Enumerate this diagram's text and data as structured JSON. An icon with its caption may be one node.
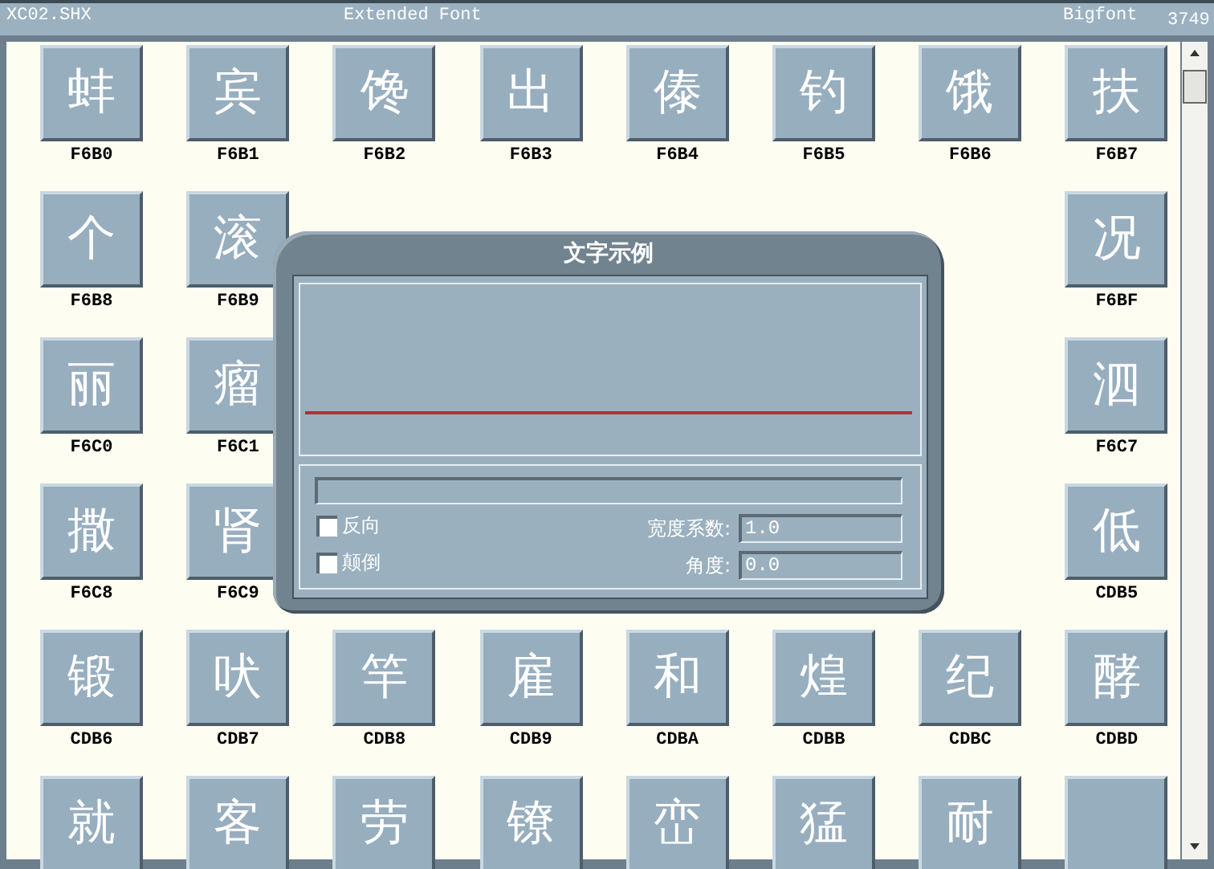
{
  "diagram": {
    "nodes": [
      {
        "text": [
          "蚌"
        ],
        "beside": [
          "F6B0"
        ]
      },
      {
        "text": [
          "宾"
        ],
        "beside": [
          "F6B1"
        ]
      },
      {
        "text": [
          "馋"
        ],
        "beside": [
          "F6B2"
        ]
      },
      {
        "text": [
          "出"
        ],
        "beside": [
          "F6B3"
        ]
      },
      {
        "text": [
          "傣"
        ],
        "beside": [
          "F6B4"
        ]
      },
      {
        "text": [
          "钓"
        ],
        "beside": [
          "F6B5"
        ]
      },
      {
        "text": [
          "饿"
        ],
        "beside": [
          "F6B6"
        ]
      },
      {
        "text": [
          "扶"
        ],
        "beside": [
          "F6B7"
        ]
      },
      {
        "text": [
          "个"
        ],
        "beside": [
          "F6B8"
        ]
      },
      {
        "text": [
          "滚"
        ],
        "beside": [
          "F6B9"
        ]
      },
      {
        "text": [
          "况"
        ],
        "beside": [
          "F6BF"
        ]
      },
      {
        "text": [
          "丽"
        ],
        "beside": [
          "F6C0"
        ]
      },
      {
        "text": [
          "瘤"
        ],
        "beside": [
          "F6C1"
        ]
      },
      {
        "text": [
          "泗"
        ],
        "beside": [
          "F6C7"
        ]
      },
      {
        "text": [
          "撒"
        ],
        "beside": [
          "F6C8"
        ]
      },
      {
        "text": [
          "肾"
        ],
        "beside": [
          "F6C9"
        ]
      },
      {
        "text": [
          "低"
        ],
        "beside": [
          "CDB5"
        ]
      },
      {
        "text": [
          "锻"
        ],
        "beside": [
          "CDB6"
        ]
      },
      {
        "text": [
          "吠"
        ],
        "beside": [
          "CDB7"
        ]
      },
      {
        "text": [
          "竿"
        ],
        "beside": [
          "CDB8"
        ]
      },
      {
        "text": [
          "雇"
        ],
        "beside": [
          "CDB9"
        ]
      },
      {
        "text": [
          "和"
        ],
        "beside": [
          "CDBA"
        ]
      },
      {
        "text": [
          "煌"
        ],
        "beside": [
          "CDBB"
        ]
      },
      {
        "text": [
          "纪"
        ],
        "beside": [
          "CDBC"
        ]
      },
      {
        "text": [
          "酵"
        ],
        "beside": [
          "CDBD"
        ]
      },
      {
        "text": [
          "就"
        ]
      },
      {
        "text": [
          "客"
        ]
      },
      {
        "text": [
          "劳"
        ]
      },
      {
        "text": [
          "镣"
        ]
      },
      {
        "text": [
          "峦"
        ]
      },
      {
        "text": [
          "猛"
        ]
      },
      {
        "text": [
          "耐"
        ]
      },
      {
        "text": [],
        "shape": "box"
      },
      {
        "text": [
          "文字示例"
        ]
      }
    ],
    "labels": [
      "XC02.SHX",
      "Extended Font",
      "Bigfont",
      "3749",
      "反向",
      "颠倒",
      "宽度系数:",
      "1.0",
      "角度:",
      "0.0"
    ]
  }
}
